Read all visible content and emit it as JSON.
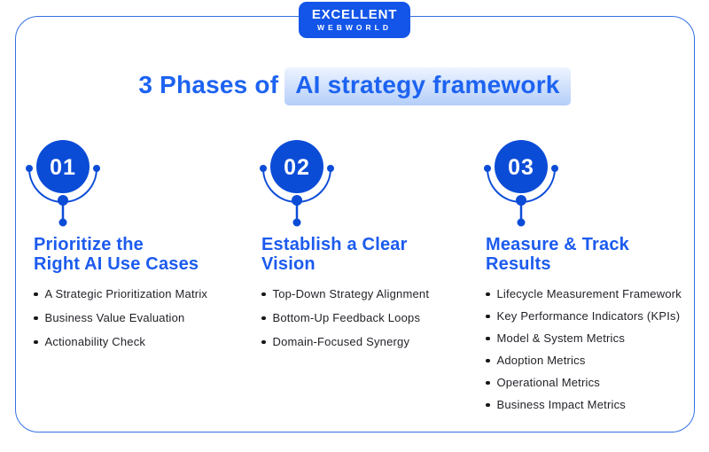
{
  "logo": {
    "line1": "EXCELLENT",
    "line2": "WEBWORLD"
  },
  "title": {
    "prefix": "3 Phases of",
    "highlight": "AI strategy framework"
  },
  "phases": [
    {
      "number": "01",
      "heading": "Prioritize the\nRight AI Use Cases",
      "bullets": [
        "A Strategic Prioritization Matrix",
        "Business Value Evaluation",
        "Actionability Check"
      ]
    },
    {
      "number": "02",
      "heading": "Establish a Clear\nVision",
      "bullets": [
        "Top-Down Strategy Alignment",
        "Bottom-Up Feedback Loops",
        "Domain-Focused Synergy"
      ]
    },
    {
      "number": "03",
      "heading": "Measure & Track\nResults",
      "bullets": [
        "Lifecycle Measurement Framework",
        "Key Performance Indicators (KPIs)",
        "Model & System Metrics",
        "Adoption Metrics",
        "Operational Metrics",
        "Business Impact Metrics"
      ]
    }
  ],
  "colors": {
    "accent-blue": "#1c5bee",
    "title-blue": "#1d63f1",
    "circle-blue": "#0b4cd7",
    "border-blue": "#3470e3",
    "logo-blue": "#1355e8",
    "text-dark": "#1f2026",
    "highlight-top": "#edf4ff",
    "highlight-bottom": "#b4cef9"
  }
}
